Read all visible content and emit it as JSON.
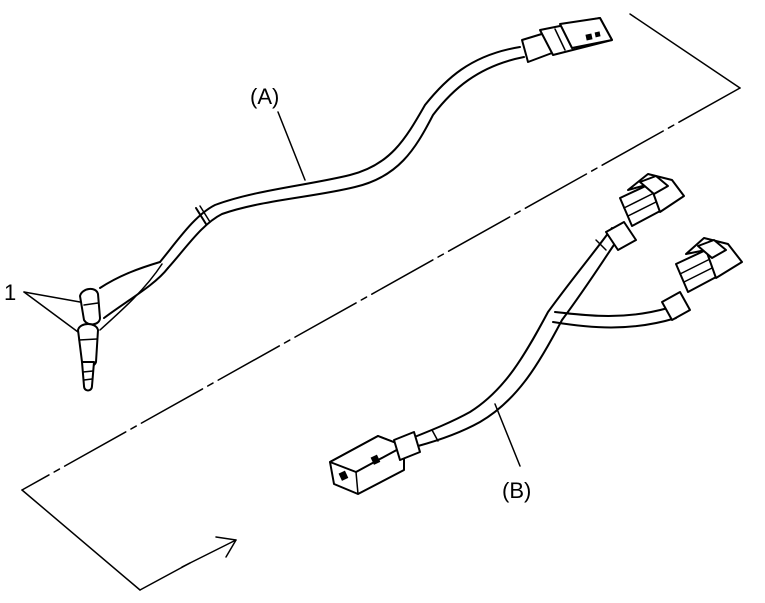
{
  "labels": {
    "callout_1": "1",
    "harness_a": "(A)",
    "harness_b": "(B)"
  },
  "colors": {
    "ink": "#000000",
    "background": "#ffffff"
  },
  "icons": {
    "direction_arrow": "arrow-up-right-icon"
  }
}
